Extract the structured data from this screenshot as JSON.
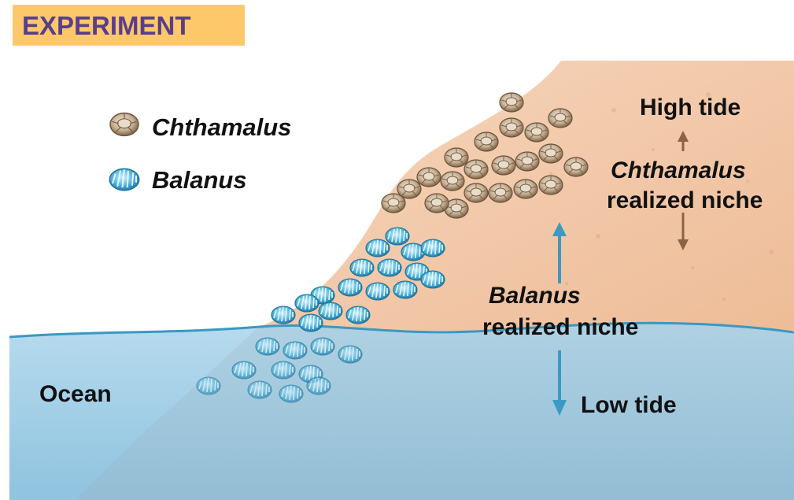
{
  "header": {
    "title": "EXPERIMENT",
    "color": "#5a3e8c",
    "background": "#fcc86a"
  },
  "legend": {
    "items": [
      {
        "icon": "chthamalus-barnacle-icon",
        "label": "Chthamalus",
        "color": "#a88f72"
      },
      {
        "icon": "balanus-barnacle-icon",
        "label": "Balanus",
        "color": "#4aa6cc"
      }
    ]
  },
  "labels": {
    "high_tide": "High tide",
    "chthamalus_niche_species": "Chthamalus",
    "chthamalus_niche_text": "realized niche",
    "balanus_niche_species": "Balanus",
    "balanus_niche_text": "realized niche",
    "ocean": "Ocean",
    "low_tide": "Low tide"
  },
  "colors": {
    "rock": "#f2c9a8",
    "ocean": "#9ccbe3",
    "water_line": "#3b98c2",
    "high_arrow": "#8a6444",
    "low_arrow": "#3b9ac4"
  }
}
